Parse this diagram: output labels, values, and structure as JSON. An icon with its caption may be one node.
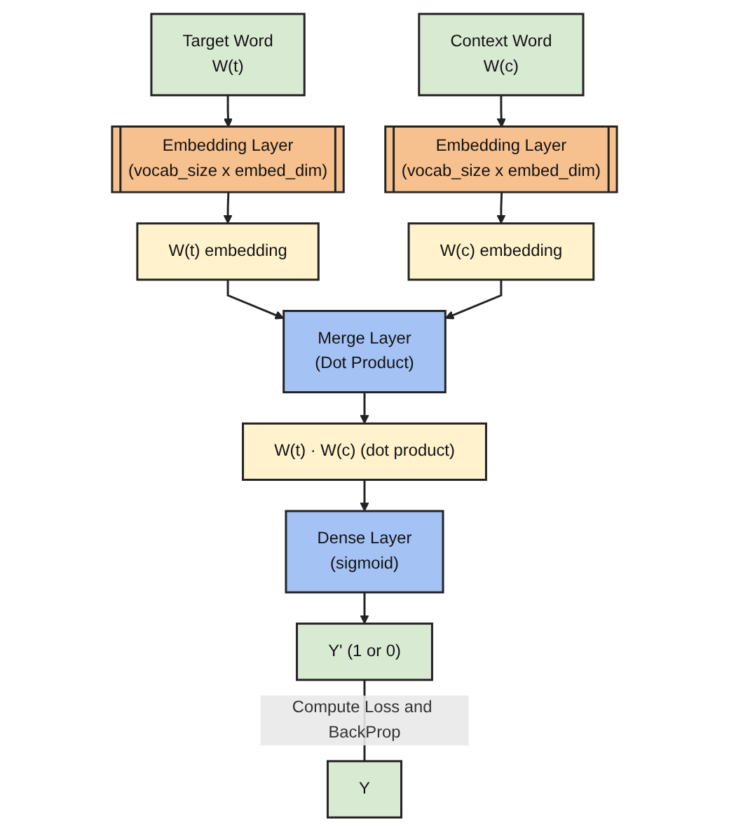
{
  "diagram": {
    "nodes": [
      {
        "text": [
          "Target Word",
          "W(t)"
        ]
      },
      {
        "text": [
          "Context Word",
          "W(c)"
        ]
      },
      {
        "text": [
          "Embedding Layer",
          "(vocab_size x embed_dim)"
        ]
      },
      {
        "text": [
          "Embedding Layer",
          "(vocab_size x embed_dim)"
        ]
      },
      {
        "text": [
          "W(t) embedding"
        ]
      },
      {
        "text": [
          "W(c) embedding"
        ]
      },
      {
        "text": [
          "Merge Layer",
          "(Dot Product)"
        ]
      },
      {
        "text": [
          "W(t) · W(c) (dot product)"
        ]
      },
      {
        "text": [
          "Dense Layer",
          "(sigmoid)"
        ]
      },
      {
        "text": [
          "Y' (1 or 0)"
        ]
      },
      {
        "text": [
          "Y"
        ]
      }
    ],
    "edges": [
      {
        "from": 0,
        "to": 2,
        "arrow": "to"
      },
      {
        "from": 1,
        "to": 3,
        "arrow": "to"
      },
      {
        "from": 2,
        "to": 4,
        "arrow": "to"
      },
      {
        "from": 3,
        "to": 5,
        "arrow": "to"
      },
      {
        "from": 4,
        "to": 6,
        "arrow": "to"
      },
      {
        "from": 5,
        "to": 6,
        "arrow": "to"
      },
      {
        "from": 6,
        "to": 7,
        "arrow": "to"
      },
      {
        "from": 7,
        "to": 8,
        "arrow": "to"
      },
      {
        "from": 8,
        "to": 9,
        "arrow": "to"
      },
      {
        "from": 9,
        "to": 10,
        "label": "Compute Loss and BackProp",
        "arrow": "none"
      }
    ]
  }
}
